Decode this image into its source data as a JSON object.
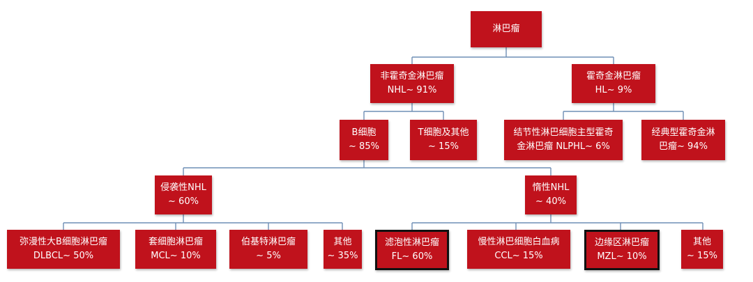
{
  "nodes": {
    "root": {
      "line1": "淋巴瘤",
      "line2": ""
    },
    "nhl": {
      "line1": "非霍奇金淋巴瘤",
      "line2": "NHL~ 91%"
    },
    "hl": {
      "line1": "霍奇金淋巴瘤",
      "line2": "HL~ 9%"
    },
    "bcell": {
      "line1": "B细胞",
      "line2": "~ 85%"
    },
    "tcell": {
      "line1": "T细胞及其他",
      "line2": "~ 15%"
    },
    "nlphl": {
      "line1": "结节性淋巴细胞主型霍奇",
      "line2": "金淋巴瘤 NLPHL~ 6%"
    },
    "classical": {
      "line1": "经典型霍奇金淋",
      "line2": "巴瘤~ 94%"
    },
    "aggressive": {
      "line1": "侵袭性NHL",
      "line2": "~ 60%"
    },
    "indolent": {
      "line1": "惰性NHL",
      "line2": "~ 40%"
    },
    "dlbcl": {
      "line1": "弥漫性大B细胞淋巴瘤",
      "line2": "DLBCL~ 50%"
    },
    "mcl": {
      "line1": "套细胞淋巴瘤",
      "line2": "MCL~ 10%"
    },
    "burkitt": {
      "line1": "伯基特淋巴瘤",
      "line2": "~ 5%"
    },
    "other_aggr": {
      "line1": "其他",
      "line2": "~ 35%"
    },
    "fl": {
      "line1": "滤泡性淋巴瘤",
      "line2": "FL~ 60%"
    },
    "ccl": {
      "line1": "慢性淋巴细胞白血病",
      "line2": "CCL~ 15%"
    },
    "mzl": {
      "line1": "边缘区淋巴瘤",
      "line2": "MZL~ 10%"
    },
    "other_indol": {
      "line1": "其他",
      "line2": "~ 15%"
    }
  },
  "colors": {
    "node_fill": "#c0121c",
    "node_text": "#ffffff",
    "connector": "#6f8fb5",
    "highlight_border": "#111111"
  },
  "highlighted": [
    "fl",
    "mzl"
  ]
}
